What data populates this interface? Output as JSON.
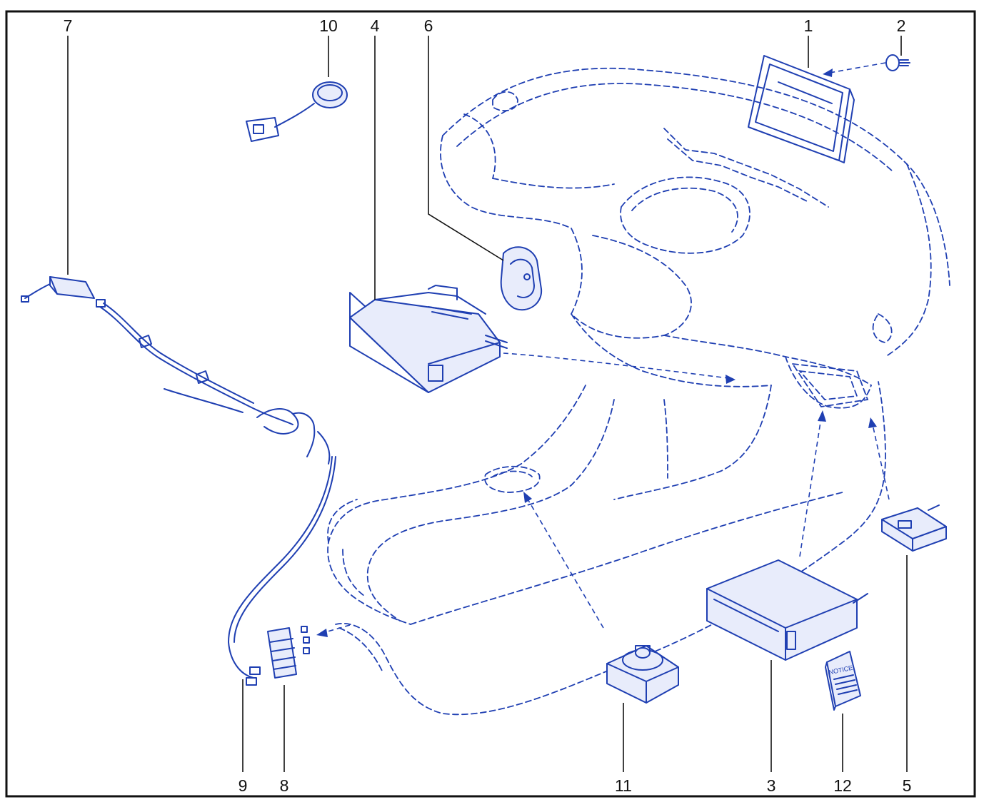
{
  "callouts": [
    {
      "id": "1",
      "label": "1"
    },
    {
      "id": "2",
      "label": "2"
    },
    {
      "id": "3",
      "label": "3"
    },
    {
      "id": "4",
      "label": "4"
    },
    {
      "id": "5",
      "label": "5"
    },
    {
      "id": "6",
      "label": "6"
    },
    {
      "id": "7",
      "label": "7"
    },
    {
      "id": "8",
      "label": "8"
    },
    {
      "id": "9",
      "label": "9"
    },
    {
      "id": "10",
      "label": "10"
    },
    {
      "id": "11",
      "label": "11"
    },
    {
      "id": "12",
      "label": "12"
    }
  ],
  "notice_booklet": {
    "title": "NOTICE"
  },
  "colors": {
    "line_art": "#1f3fb2",
    "callouts": "#111111",
    "background": "#ffffff"
  }
}
